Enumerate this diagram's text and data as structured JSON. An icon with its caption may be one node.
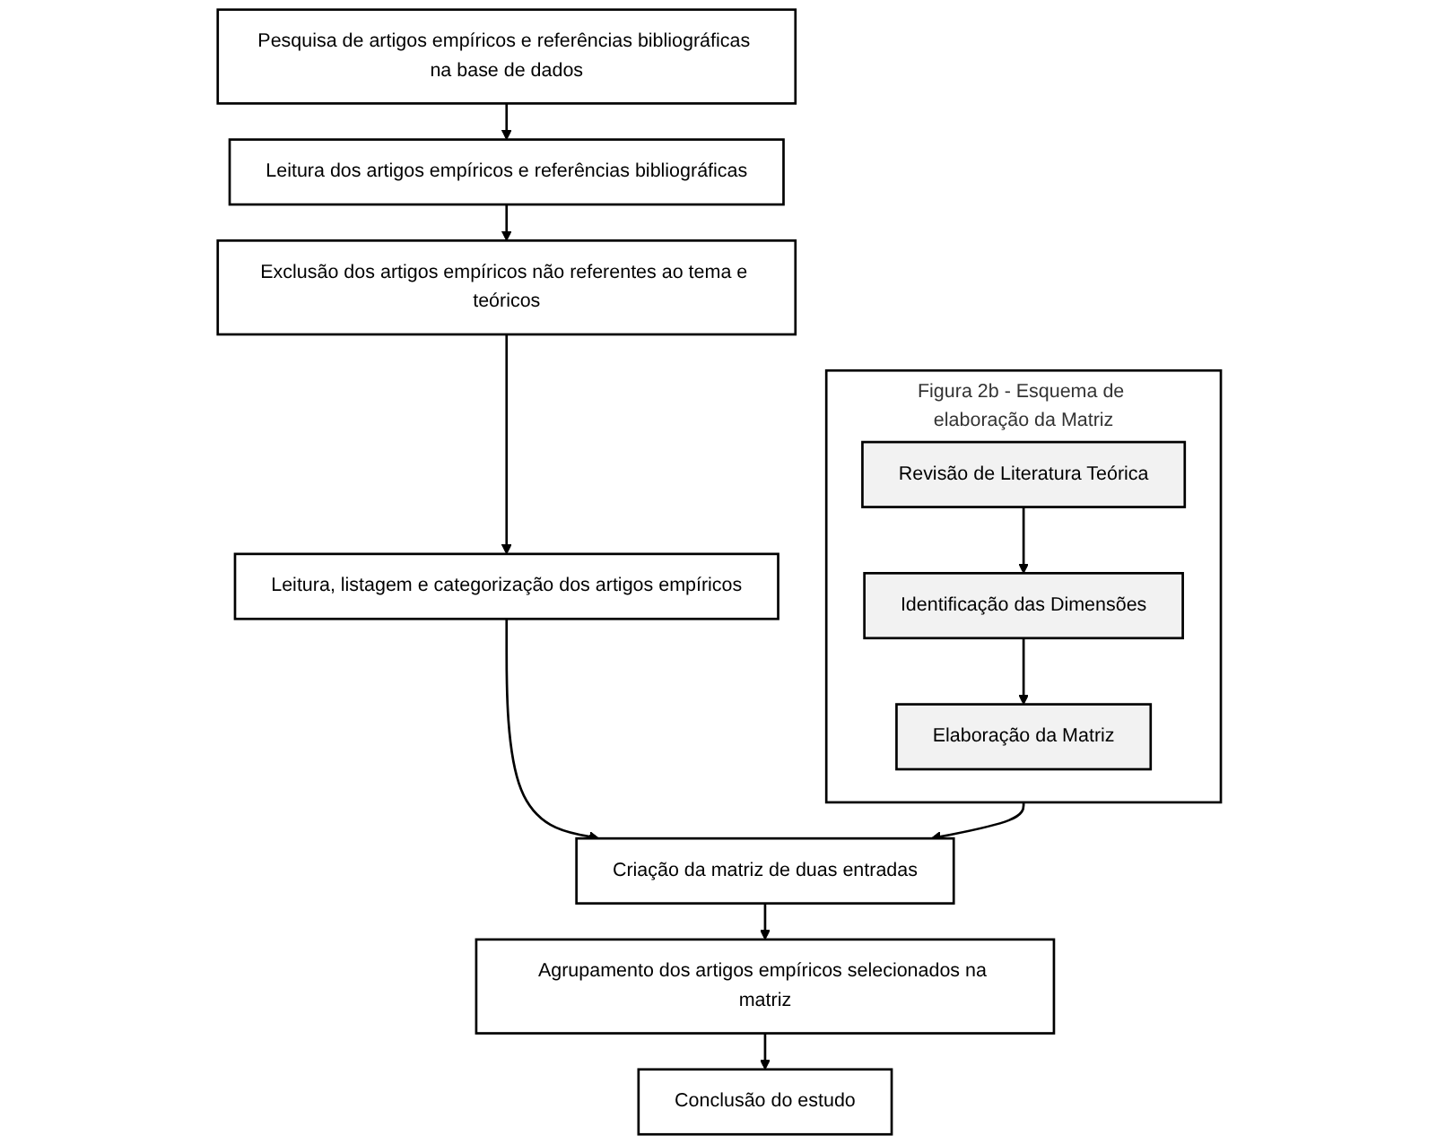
{
  "diagram": {
    "nodes": [
      {
        "text": [
          "Pesquisa de artigos empíricos e referências bibliográficas na base de dados"
        ]
      },
      {
        "text": [
          "Leitura dos artigos empíricos e referências bibliográficas"
        ]
      },
      {
        "text": [
          "Exclusão dos artigos empíricos não referentes ao tema e teóricos"
        ]
      },
      {
        "text": [
          "Leitura, listagem e categorização dos artigos empíricos"
        ]
      },
      {
        "text": [
          "Criação da matriz de duas entradas"
        ]
      },
      {
        "text": [
          "Agrupamento dos artigos empíricos selecionados na matriz"
        ]
      },
      {
        "text": [
          "Conclusão do estudo"
        ]
      },
      {
        "text": [
          "Figura 2b - Esquema de elaboração da Matriz"
        ]
      },
      {
        "text": [
          "Revisão de Literatura Teórica"
        ],
        "in": 7
      },
      {
        "text": [
          "Identificação das Dimensões"
        ],
        "in": 7
      },
      {
        "text": [
          "Elaboração da Matriz"
        ],
        "in": 7
      }
    ],
    "edges": [
      {
        "from": 0,
        "to": 1,
        "arrow": "to"
      },
      {
        "from": 1,
        "to": 2,
        "arrow": "to"
      },
      {
        "from": 2,
        "to": 3,
        "arrow": "to"
      },
      {
        "from": 3,
        "to": 4,
        "arrow": "to"
      },
      {
        "from": 4,
        "to": 5,
        "arrow": "to"
      },
      {
        "from": 5,
        "to": 6,
        "arrow": "to"
      },
      {
        "from": 8,
        "to": 9,
        "arrow": "to"
      },
      {
        "from": 9,
        "to": 10,
        "arrow": "to"
      },
      {
        "from": 7,
        "to": 4,
        "arrow": "to"
      }
    ]
  }
}
